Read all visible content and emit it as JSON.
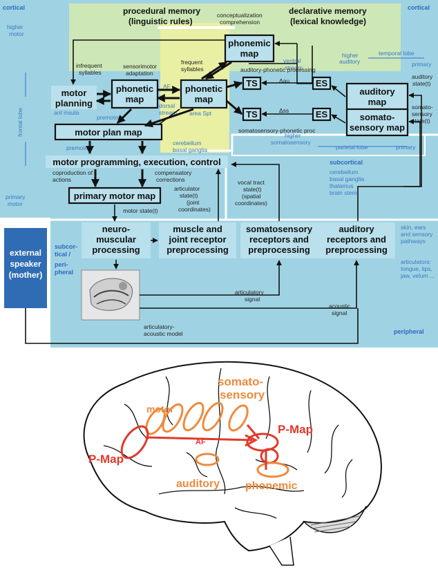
{
  "regions": {
    "cortical_left": "cortical",
    "cortical_right": "cortical",
    "subcortical_peripheral": [
      "subcor-",
      "tical /",
      "peri-",
      "pheral"
    ],
    "peripheral": "peripheral",
    "higher_motor": [
      "higher",
      "motor"
    ],
    "primary_motor": [
      "primary",
      "motor"
    ],
    "frontal_lobe": "frontal lobe",
    "higher_auditory": [
      "higher",
      "auditory"
    ],
    "temporal_lobe": "temporal lobe",
    "primary_right_top": "primary",
    "higher_somatosensory": [
      "higher",
      "somatosensory"
    ],
    "parietal_lobe": "parietal lobe",
    "primary_right_bottom": "primary",
    "subcortical": "subcortical",
    "subcortical_list": [
      "cerebellum",
      "basal ganglia",
      "thalamus",
      "brain stem"
    ]
  },
  "headers": {
    "procedural": [
      "procedural memory",
      "(linguistic rules)"
    ],
    "declarative": [
      "declarative memory",
      "(lexical knowledge)"
    ],
    "conceptualization": [
      "conceptualization",
      "comprehension"
    ]
  },
  "boxes": {
    "phonemic_map": [
      "phonemic",
      "map"
    ],
    "phonetic_map_left": [
      "phonetic",
      "map"
    ],
    "phonetic_map_center": [
      "phonetic",
      "map"
    ],
    "auditory_map": [
      "auditory",
      "map"
    ],
    "somatosensory_map": [
      "somato-",
      "sensory map"
    ],
    "ts_top": "TS",
    "es_top": "ES",
    "ts_bottom": "TS",
    "es_bottom": "ES",
    "motor_plan_map": "motor plan map",
    "primary_motor_map": "primary motor map"
  },
  "blocks": {
    "motor_planning": [
      "motor",
      "planning"
    ],
    "motor_programming": "motor programming, execution, control",
    "neuromuscular": [
      "neuro-",
      "muscular",
      "processing"
    ],
    "muscle_joint": [
      "muscle and",
      "joint receptor",
      "preprocessing"
    ],
    "somatosensory_receptors": [
      "somatosensory",
      "receptors and",
      "preprocessing"
    ],
    "auditory_receptors": [
      "auditory",
      "receptors and",
      "preprocessing"
    ],
    "external_speaker": [
      "external",
      "speaker",
      "(mother)"
    ]
  },
  "labels": {
    "infrequent_syllables": [
      "infrequent",
      "syllables"
    ],
    "sensorimotor_adaptation": [
      "sensorimotor",
      "adaptation"
    ],
    "frequent_syllables": [
      "frequent",
      "syllables"
    ],
    "ventral_stream": [
      "ventral",
      "stream"
    ],
    "auditory_phonetic": "auditory-phonetic processing",
    "somatosensory_phonetic": "somatosensory-phonetic proc",
    "delta_au": "Δau",
    "delta_ss": "Δss",
    "auditory_state": [
      "auditory",
      "state(t)"
    ],
    "somatosensory_state": [
      "somato-",
      "sensory",
      "state(t)"
    ],
    "af": "AF",
    "dorsal_stream": [
      "dorsal",
      "stream"
    ],
    "area_spt": "area Spt",
    "ant_insula": "ant insula",
    "premotor_a": "premotor",
    "premotor_b": "premotor",
    "cerebellum_bg": [
      "cerebellum",
      "basal ganglia"
    ],
    "coproduction": [
      "coproduction of",
      "actions"
    ],
    "compensatory": [
      "compensatory",
      "corrections"
    ],
    "articulator_state": [
      "articulator",
      "state(t)",
      "(joint",
      "coordinates)"
    ],
    "vocal_tract_state": [
      "vocal tract",
      "state(t)",
      "(spatial",
      "coordinates)"
    ],
    "motor_state": "motor state(t)",
    "skin_ears": [
      "skin, ears",
      "and sensory",
      "pathways"
    ],
    "articulators": [
      "articulators:",
      "tongue, lips,",
      "jaw, velum ..."
    ],
    "articulatory_signal": [
      "articulatory",
      "signal"
    ],
    "acoustic_signal": [
      "acoustic",
      "signal"
    ],
    "articulatory_acoustic_model": [
      "articulatory-",
      "acoustic model"
    ]
  },
  "brain": {
    "somatosensory": [
      "somato-",
      "sensory"
    ],
    "motor": "motor",
    "p_map_right": "P-Map",
    "p_map_left": "P-Map",
    "af": "AF",
    "auditory": "auditory",
    "phonemic": "phonemic"
  },
  "colors": {
    "panel": "#9fd3e3",
    "box": "#b9e0ec",
    "yellow_zone": "#e9efa3",
    "green_zone": "#cde7b7",
    "white_divider": "#ffffff",
    "label_blue": "#3a78c2",
    "speaker_blue": "#2f6cb3",
    "brain_red": "#e0392b",
    "brain_orange": "#ee8a3c"
  }
}
